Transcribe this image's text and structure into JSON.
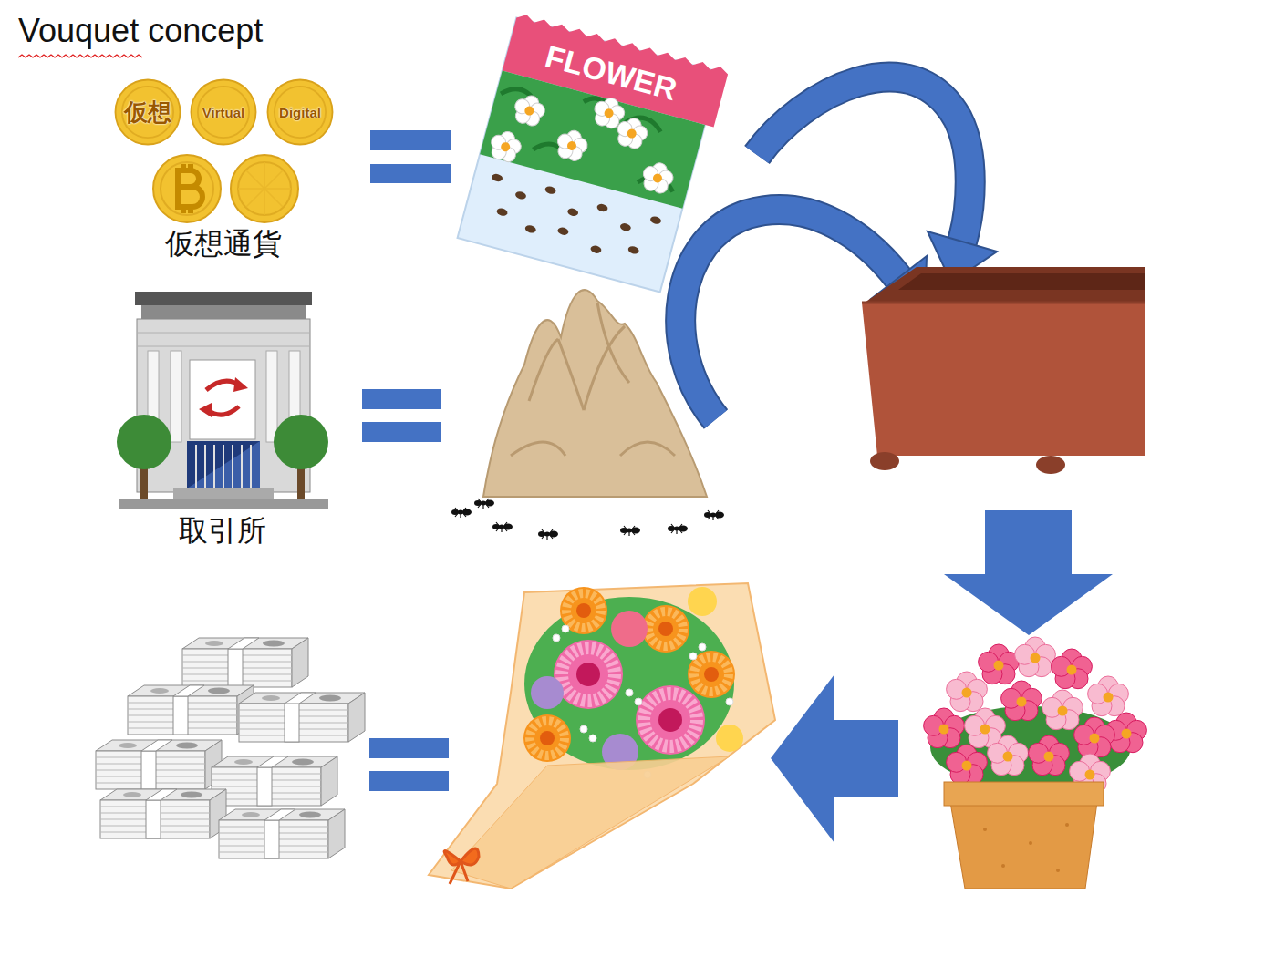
{
  "diagram": {
    "title": "Vouquet concept",
    "nodes": [
      {
        "text": [
          "仮想"
        ]
      },
      {
        "text": [
          "Virtual"
        ]
      },
      {
        "text": [
          "Digital"
        ]
      }
    ],
    "labels": [
      "FLOWER",
      "仮想通貨",
      "取引所"
    ]
  }
}
